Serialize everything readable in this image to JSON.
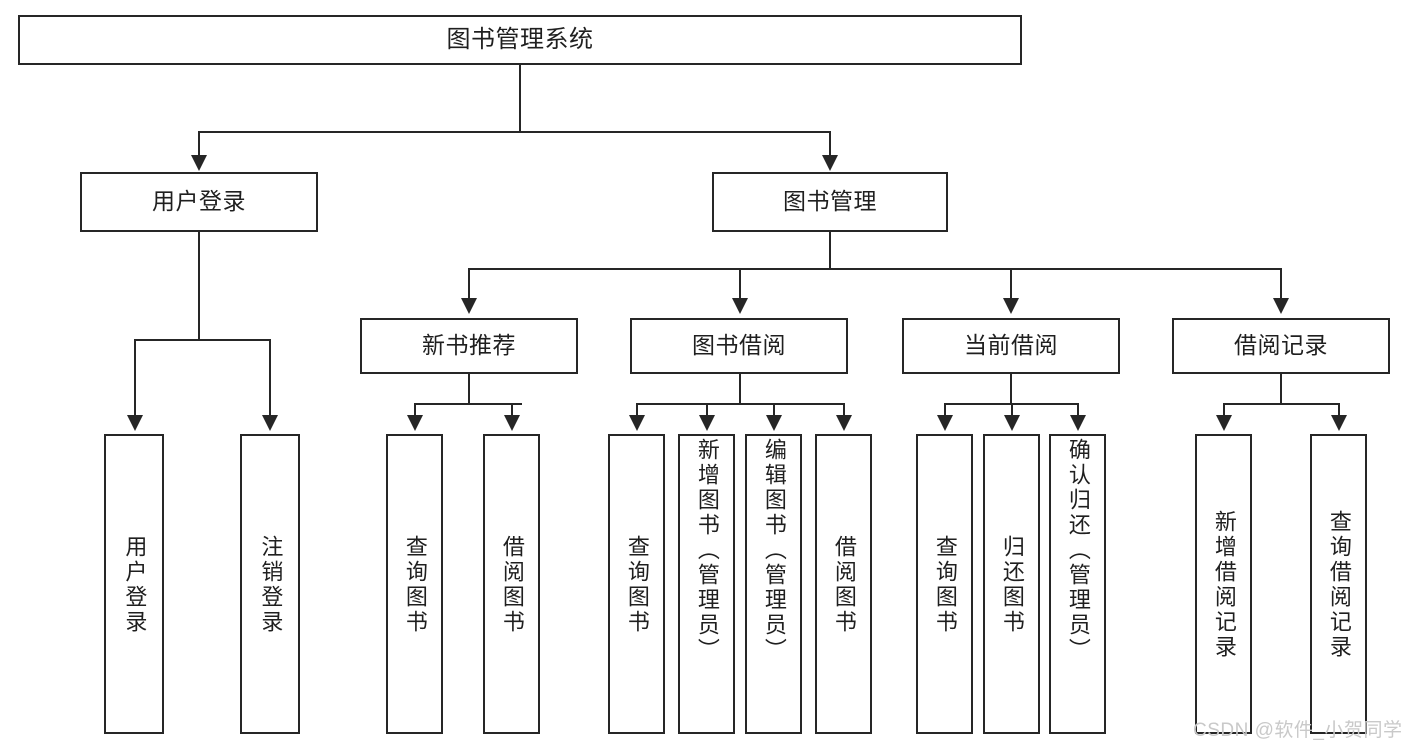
{
  "diagram": {
    "title": "图书管理系统",
    "watermark": "CSDN @软件_小贺同学",
    "accent_color": "#262626",
    "background_color": "#ffffff",
    "level1": {
      "label": "图书管理系统"
    },
    "level2": [
      {
        "label": "用户登录"
      },
      {
        "label": "图书管理"
      }
    ],
    "level3": [
      {
        "label": "新书推荐"
      },
      {
        "label": "图书借阅"
      },
      {
        "label": "当前借阅"
      },
      {
        "label": "借阅记录"
      }
    ],
    "leaves": {
      "user_login": [
        {
          "label": "用户登录"
        },
        {
          "label": "注销登录"
        }
      ],
      "new_book": [
        {
          "label": "查询图书"
        },
        {
          "label": "借阅图书"
        }
      ],
      "book_borrow": [
        {
          "label": "查询图书"
        },
        {
          "label": "新增图书（管理员）"
        },
        {
          "label": "编辑图书（管理员）"
        },
        {
          "label": "借阅图书"
        }
      ],
      "current_borrow": [
        {
          "label": "查询图书"
        },
        {
          "label": "归还图书"
        },
        {
          "label": "确认归还（管理员）"
        }
      ],
      "borrow_record": [
        {
          "label": "新增借阅记录"
        },
        {
          "label": "查询借阅记录"
        }
      ]
    }
  }
}
